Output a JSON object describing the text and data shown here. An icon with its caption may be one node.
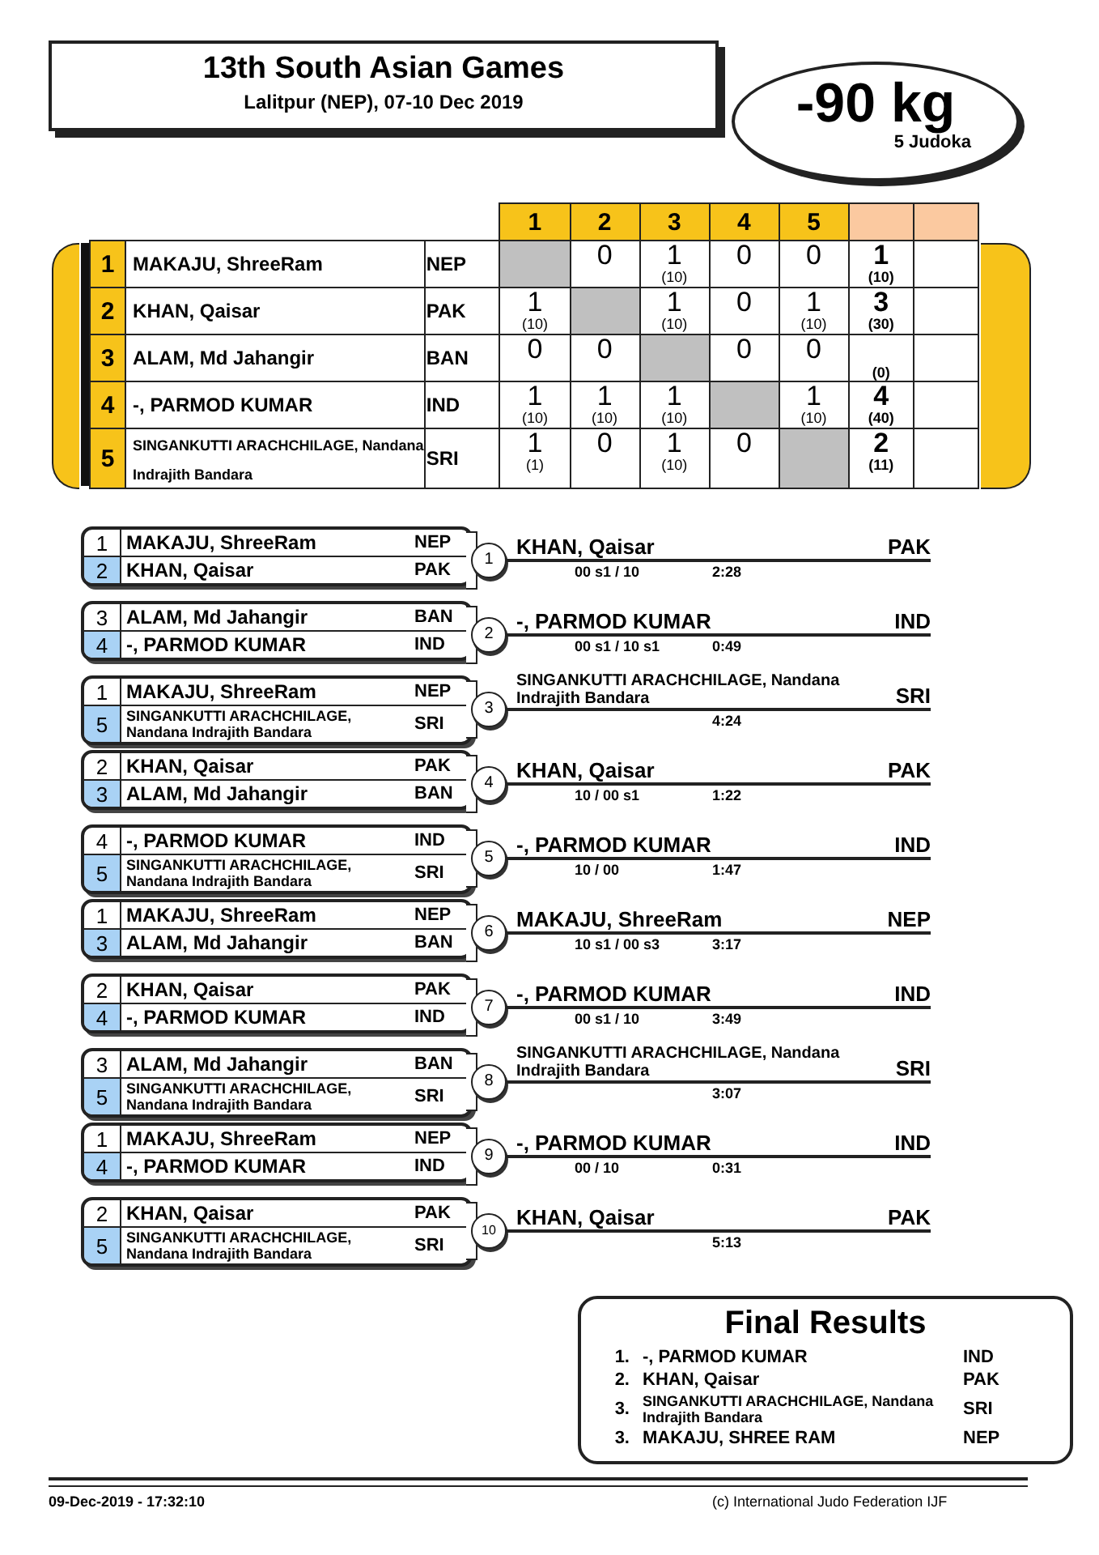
{
  "diagram": {
    "nodes": [
      {
        "text": [
          "13th South Asian Games",
          "Lalitpur (NEP), 07-10 Dec 2019"
        ]
      },
      {
        "text": [
          "-90 kg",
          "5 Judoka"
        ]
      },
      {
        "text": [],
        "shape": "band"
      },
      {
        "text": [],
        "shape": "band"
      },
      {
        "text": [
          "1",
          "MAKAJU, ShreeRam",
          "NEP",
          "2",
          "KHAN, Qaisar",
          "PAK"
        ]
      },
      {
        "text": [
          "1"
        ]
      },
      {
        "text": [
          "KHAN, Qaisar",
          "PAK"
        ],
        "beside": [
          "00 s1 / 10",
          "2:28"
        ]
      },
      {
        "text": [
          "3",
          "ALAM, Md Jahangir",
          "BAN",
          "4",
          "-, PARMOD KUMAR",
          "IND"
        ]
      },
      {
        "text": [
          "2"
        ]
      },
      {
        "text": [
          "-, PARMOD KUMAR",
          "IND"
        ],
        "beside": [
          "00 s1 / 10 s1",
          "0:49"
        ]
      },
      {
        "text": [
          "1",
          "MAKAJU, ShreeRam",
          "NEP",
          "5",
          "SINGANKUTTI ARACHCHILAGE, Nandana Indrajith Bandara",
          "SRI"
        ]
      },
      {
        "text": [
          "3"
        ]
      },
      {
        "text": [
          "SINGANKUTTI ARACHCHILAGE, Nandana Indrajith Bandara",
          "SRI"
        ],
        "beside": [
          "4:24"
        ]
      },
      {
        "text": [
          "2",
          "KHAN, Qaisar",
          "PAK",
          "3",
          "ALAM, Md Jahangir",
          "BAN"
        ]
      },
      {
        "text": [
          "4"
        ]
      },
      {
        "text": [
          "KHAN, Qaisar",
          "PAK"
        ],
        "beside": [
          "10 / 00 s1",
          "1:22"
        ]
      },
      {
        "text": [
          "4",
          "-, PARMOD KUMAR",
          "IND",
          "5",
          "SINGANKUTTI ARACHCHILAGE, Nandana Indrajith Bandara",
          "SRI"
        ]
      },
      {
        "text": [
          "5"
        ]
      },
      {
        "text": [
          "-, PARMOD KUMAR",
          "IND"
        ],
        "beside": [
          "10 / 00",
          "1:47"
        ]
      },
      {
        "text": [
          "1",
          "MAKAJU, ShreeRam",
          "NEP",
          "3",
          "ALAM, Md Jahangir",
          "BAN"
        ]
      },
      {
        "text": [
          "6"
        ]
      },
      {
        "text": [
          "MAKAJU, ShreeRam",
          "NEP"
        ],
        "beside": [
          "10 s1 / 00 s3",
          "3:17"
        ]
      },
      {
        "text": [
          "2",
          "KHAN, Qaisar",
          "PAK",
          "4",
          "-, PARMOD KUMAR",
          "IND"
        ]
      },
      {
        "text": [
          "7"
        ]
      },
      {
        "text": [
          "-, PARMOD KUMAR",
          "IND"
        ],
        "beside": [
          "00 s1 / 10",
          "3:49"
        ]
      },
      {
        "text": [
          "3",
          "ALAM, Md Jahangir",
          "BAN",
          "5",
          "SINGANKUTTI ARACHCHILAGE, Nandana Indrajith Bandara",
          "SRI"
        ]
      },
      {
        "text": [
          "8"
        ]
      },
      {
        "text": [
          "SINGANKUTTI ARACHCHILAGE, Nandana Indrajith Bandara",
          "SRI"
        ],
        "beside": [
          "3:07"
        ]
      },
      {
        "text": [
          "1",
          "MAKAJU, ShreeRam",
          "NEP",
          "4",
          "-, PARMOD KUMAR",
          "IND"
        ]
      },
      {
        "text": [
          "9"
        ]
      },
      {
        "text": [
          "-, PARMOD KUMAR",
          "IND"
        ],
        "beside": [
          "00 / 10",
          "0:31"
        ]
      },
      {
        "text": [
          "2",
          "KHAN, Qaisar",
          "PAK",
          "5",
          "SINGANKUTTI ARACHCHILAGE, Nandana Indrajith Bandara",
          "SRI"
        ]
      },
      {
        "text": [
          "10"
        ]
      },
      {
        "text": [
          "KHAN, Qaisar",
          "PAK"
        ],
        "beside": [
          "5:13"
        ]
      },
      {
        "text": [
          "Final Results",
          "1.",
          "-, PARMOD KUMAR",
          "IND",
          "2.",
          "KHAN, Qaisar",
          "PAK",
          "3.",
          "SINGANKUTTI ARACHCHILAGE, Nandana Indrajith Bandara",
          "SRI",
          "3.",
          "MAKAJU, SHREE RAM",
          "NEP"
        ]
      }
    ],
    "edges": [],
    "labels": [
      "1",
      "2",
      "3",
      "4",
      "5",
      "1",
      "MAKAJU, ShreeRam",
      "NEP",
      "0",
      "1",
      "(10)",
      "0",
      "0",
      "1",
      "(10)",
      "2",
      "KHAN, Qaisar",
      "PAK",
      "1",
      "(10)",
      "1",
      "(10)",
      "0",
      "1",
      "(10)",
      "3",
      "(30)",
      "3",
      "ALAM, Md Jahangir",
      "BAN",
      "0",
      "0",
      "0",
      "0",
      "(0)",
      "4",
      "-, PARMOD KUMAR",
      "IND",
      "1",
      "(10)",
      "1",
      "(10)",
      "1",
      "(10)",
      "1",
      "(10)",
      "4",
      "(40)",
      "5",
      "SINGANKUTTI ARACHCHILAGE, Nandana Indrajith Bandara",
      "SRI",
      "1",
      "(1)",
      "0",
      "1",
      "(10)",
      "0",
      "2",
      "(11)",
      "09-Dec-2019 - 17:32:10",
      "(c) International Judo Federation IJF"
    ]
  }
}
